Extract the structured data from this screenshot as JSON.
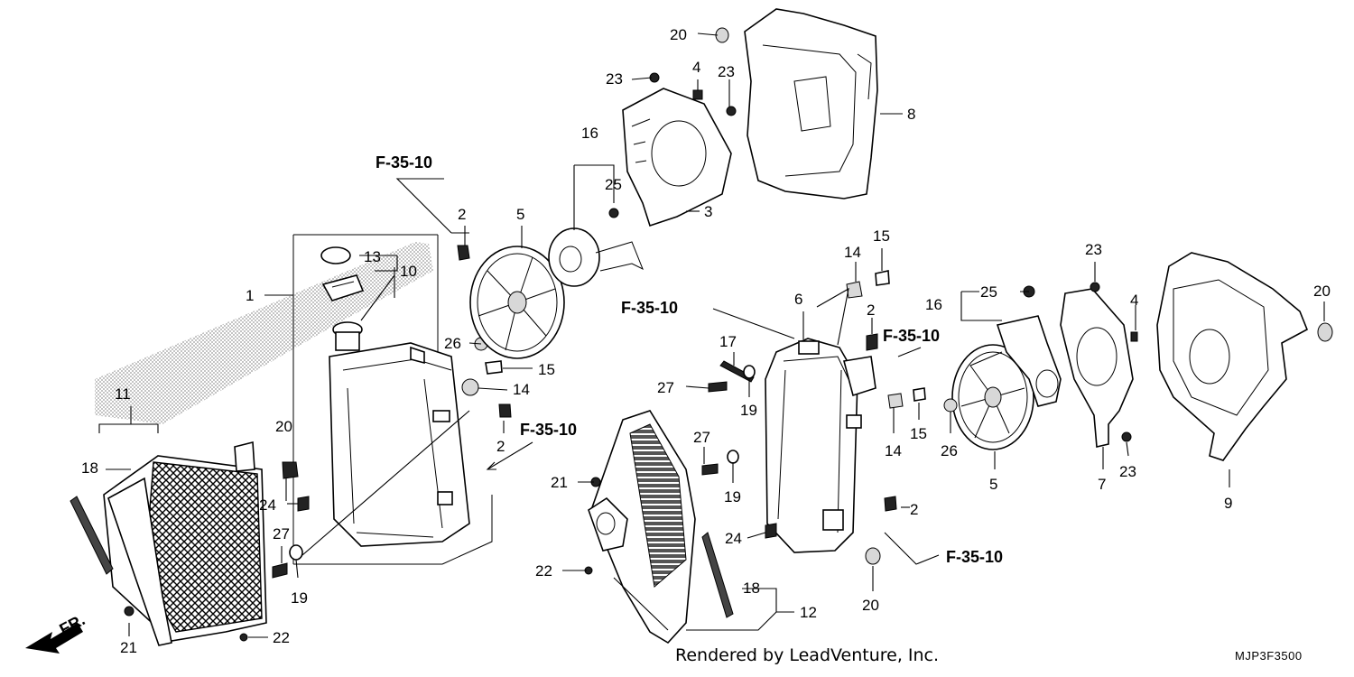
{
  "diagram": {
    "callouts": {
      "c1": "1",
      "c2a": "2",
      "c2b": "2",
      "c2c": "2",
      "c2d": "2",
      "c3": "3",
      "c4a": "4",
      "c4b": "4",
      "c5a": "5",
      "c5b": "5",
      "c6": "6",
      "c7": "7",
      "c8": "8",
      "c9": "9",
      "c10": "10",
      "c11": "11",
      "c12": "12",
      "c13": "13",
      "c14a": "14",
      "c14b": "14",
      "c14c": "14",
      "c15a": "15",
      "c15b": "15",
      "c15c": "15",
      "c16a": "16",
      "c16b": "16",
      "c17": "17",
      "c18a": "18",
      "c18b": "18",
      "c19a": "19",
      "c19b": "19",
      "c19c": "19",
      "c20a": "20",
      "c20b": "20",
      "c20c": "20",
      "c20d": "20",
      "c21a": "21",
      "c21b": "21",
      "c22a": "22",
      "c22b": "22",
      "c23a": "23",
      "c23b": "23",
      "c23c": "23",
      "c23d": "23",
      "c24a": "24",
      "c24b": "24",
      "c25a": "25",
      "c25b": "25",
      "c26a": "26",
      "c26b": "26",
      "c27a": "27",
      "c27b": "27",
      "c27c": "27"
    },
    "references": {
      "r1": "F-35-10",
      "r2": "F-35-10",
      "r3": "F-35-10",
      "r4": "F-35-10",
      "r5": "F-35-10"
    },
    "direction_label": "FR.",
    "footer": "Rendered by LeadVenture, Inc.",
    "diagram_code": "MJP3F3500"
  }
}
